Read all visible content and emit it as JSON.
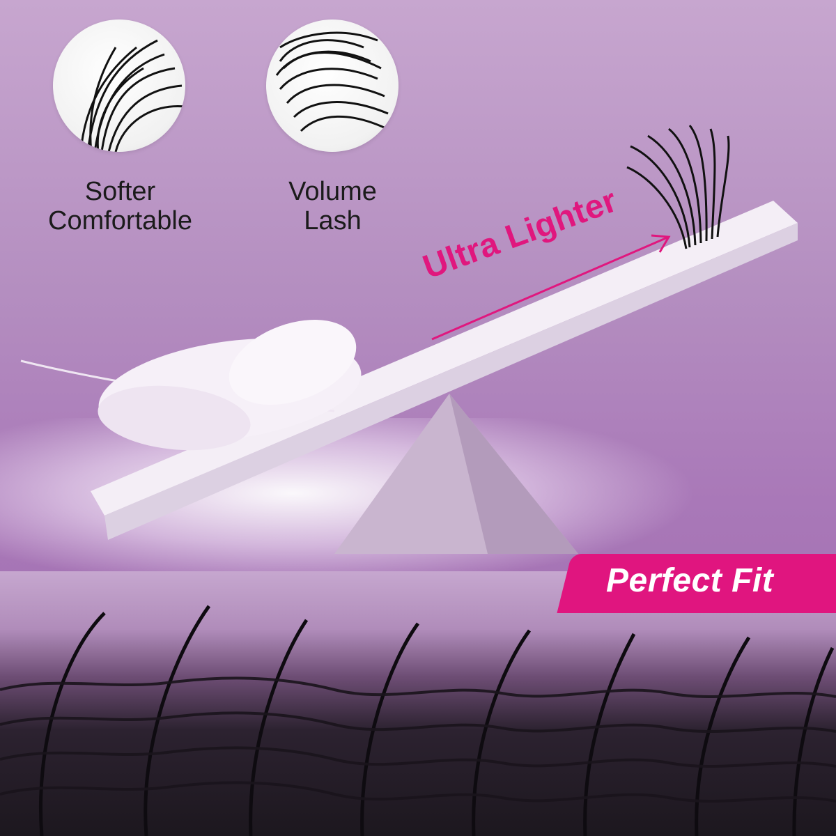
{
  "features": [
    {
      "label_line1": "Softer",
      "label_line2": "Comfortable",
      "icon": "lash-closeup-soft-icon"
    },
    {
      "label_line1": "Volume",
      "label_line2": "Lash",
      "icon": "lash-closeup-volume-icon"
    }
  ],
  "seesaw": {
    "label": "Ultra Lighter"
  },
  "badge": {
    "label": "Perfect Fit"
  },
  "colors": {
    "accent": "#e0177e",
    "background": "#b48ec0"
  }
}
